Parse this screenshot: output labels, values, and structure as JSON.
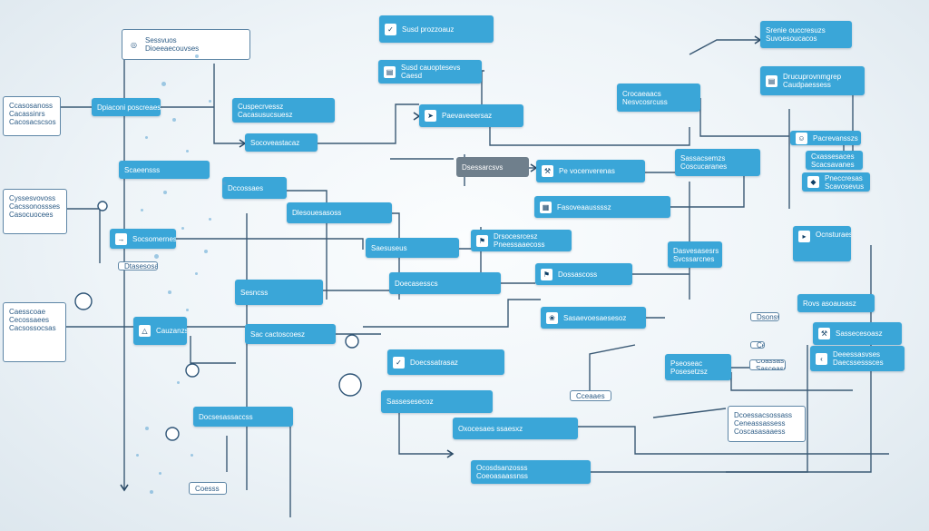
{
  "nodes": [
    {
      "id": "n1",
      "style": "blue",
      "icon": "check",
      "lines": [
        "Susd prozzoauz"
      ]
    },
    {
      "id": "n2",
      "style": "blue",
      "icon": "chart",
      "lines": [
        "Susd cauoptesevs",
        "Caesd"
      ]
    },
    {
      "id": "n3",
      "style": "blue",
      "icon": "",
      "lines": [
        "Srenie ouccresuzs",
        "Suvoesoucacos"
      ]
    },
    {
      "id": "n4",
      "style": "white",
      "icon": "hub",
      "lines": [
        "Sessvuos",
        "Dioeeaecouvses"
      ]
    },
    {
      "id": "n5",
      "style": "blue",
      "icon": "doc",
      "lines": [
        "Drucuprovnmgrep",
        "Caudpaessess"
      ]
    },
    {
      "id": "n6",
      "style": "blue",
      "icon": "",
      "lines": [
        "Crocaeaacs",
        "Nesvcosrcuss"
      ]
    },
    {
      "id": "n7",
      "style": "blue",
      "icon": "",
      "lines": [
        "Cuspecrvessz",
        "Cacasusucsuesz"
      ]
    },
    {
      "id": "n8",
      "style": "white",
      "icon": "",
      "lines": [
        "Ccasosanoss",
        "Cacassinrs",
        "Cacosacscsos"
      ]
    },
    {
      "id": "n9",
      "style": "blue",
      "icon": "send",
      "lines": [
        "Paevaveeersaz"
      ]
    },
    {
      "id": "n10",
      "style": "blue",
      "icon": "",
      "lines": [
        "Dpiaconi poscreaes"
      ]
    },
    {
      "id": "n11",
      "style": "blue",
      "icon": "",
      "lines": [
        "Socoveastacaz"
      ]
    },
    {
      "id": "n12",
      "style": "blue",
      "icon": "user",
      "lines": [
        "Pacrevansszs"
      ]
    },
    {
      "id": "n13",
      "style": "gray",
      "icon": "",
      "lines": [
        "Dsessarcsvs"
      ]
    },
    {
      "id": "n14",
      "style": "blue",
      "icon": "tool",
      "lines": [
        "Pe vocenverenas"
      ]
    },
    {
      "id": "n15",
      "style": "blue",
      "icon": "",
      "lines": [
        "Sassacsemzs",
        "Coscucaranes"
      ]
    },
    {
      "id": "n16",
      "style": "blue",
      "icon": "",
      "lines": [
        "Scaeensss"
      ]
    },
    {
      "id": "n17",
      "style": "blue",
      "icon": "",
      "lines": [
        "Cxassesaces",
        "Scacsavanes"
      ]
    },
    {
      "id": "n18",
      "style": "blue",
      "icon": "ghost",
      "lines": [
        "Pneccresas",
        "Scavosevus"
      ]
    },
    {
      "id": "n19",
      "style": "white",
      "icon": "",
      "lines": [
        "Cyssesvovoss",
        "Cacssonossses",
        "Casocuocees"
      ]
    },
    {
      "id": "n20",
      "style": "blue",
      "icon": "",
      "lines": [
        "Dccossaes"
      ]
    },
    {
      "id": "n21",
      "style": "blue",
      "icon": "grid",
      "lines": [
        "Fasoveaaussssz"
      ]
    },
    {
      "id": "n22",
      "style": "blue",
      "icon": "",
      "lines": [
        "Dlesouesasoss"
      ]
    },
    {
      "id": "n23",
      "style": "blue",
      "icon": "arrow",
      "lines": [
        "Socsomernes"
      ]
    },
    {
      "id": "n24",
      "style": "blue",
      "icon": "tag",
      "lines": [
        "Ocnsturaespanas"
      ]
    },
    {
      "id": "n25",
      "style": "blue",
      "icon": "",
      "lines": [
        "Dasvesasesrs",
        "Svcssarcnes"
      ]
    },
    {
      "id": "n26",
      "style": "blue",
      "icon": "dog",
      "lines": [
        "Drsocesrcesz",
        "Pneessaaecoss"
      ]
    },
    {
      "id": "n27",
      "style": "blue",
      "icon": "",
      "lines": [
        "Saesuseus"
      ]
    },
    {
      "id": "n28",
      "style": "white",
      "icon": "",
      "lines": [
        "Caesscoae",
        "Cecossaees",
        "Cacsossocsas"
      ]
    },
    {
      "id": "n29",
      "style": "white",
      "icon": "",
      "lines": [
        "Dtasesosassss"
      ]
    },
    {
      "id": "n30",
      "style": "blue",
      "icon": "triangle",
      "lines": [
        "Cauzanzs"
      ]
    },
    {
      "id": "n31",
      "style": "blue",
      "icon": "",
      "lines": [
        "Doecasesscs"
      ]
    },
    {
      "id": "n32",
      "style": "blue",
      "icon": "dog",
      "lines": [
        "Dossascoss"
      ]
    },
    {
      "id": "n33",
      "style": "blue",
      "icon": "",
      "lines": [
        "Sesncss"
      ]
    },
    {
      "id": "n34",
      "style": "blue",
      "icon": "",
      "lines": [
        "Rovs asoausasz"
      ]
    },
    {
      "id": "n35",
      "style": "white",
      "icon": "",
      "lines": [
        "Dsonsvoracosssz"
      ]
    },
    {
      "id": "n36",
      "style": "blue",
      "icon": "bird",
      "lines": [
        "Sasaevoesaesesoz"
      ]
    },
    {
      "id": "n37",
      "style": "blue",
      "icon": "",
      "lines": [
        "Pseoseac",
        "Posesetzsz"
      ]
    },
    {
      "id": "n38",
      "style": "white",
      "icon": "",
      "lines": [
        "Cenessse"
      ]
    },
    {
      "id": "n39",
      "style": "blue",
      "icon": "",
      "lines": [
        "Sac cactoscoesz"
      ]
    },
    {
      "id": "n40",
      "style": "white",
      "icon": "",
      "lines": [
        "Dcoessacsossass",
        "Ceneassassess",
        "Coscasasaaess"
      ]
    },
    {
      "id": "n41",
      "style": "blue",
      "icon": "check",
      "lines": [
        "Doecssatrasaz"
      ]
    },
    {
      "id": "n42",
      "style": "blue",
      "icon": "tool",
      "lines": [
        "Sassecesoasz"
      ]
    },
    {
      "id": "n43",
      "style": "blue",
      "icon": "bracket",
      "lines": [
        "Deeessasvses",
        "Daecssesssces"
      ]
    },
    {
      "id": "n44",
      "style": "white",
      "icon": "",
      "lines": [
        "Cceaaes"
      ]
    },
    {
      "id": "n45",
      "style": "blue",
      "icon": "",
      "lines": [
        "Sassesesecoz"
      ]
    },
    {
      "id": "n46",
      "style": "white",
      "icon": "",
      "lines": [
        "Coassas",
        "Sasceasca"
      ]
    },
    {
      "id": "n47",
      "style": "white",
      "icon": "",
      "lines": [
        "Coesss"
      ]
    }
  ]
}
